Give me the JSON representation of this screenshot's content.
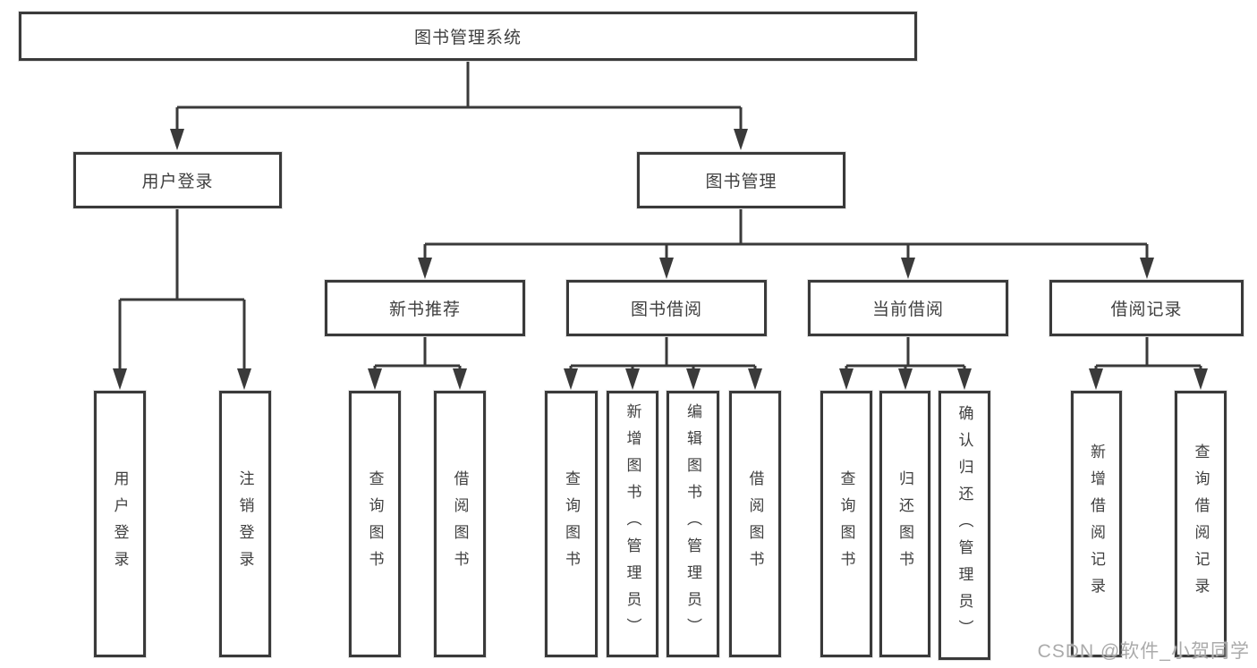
{
  "tree": {
    "root": {
      "label": "图书管理系统",
      "children": [
        {
          "label": "用户登录",
          "children": [
            {
              "label": "用户登录"
            },
            {
              "label": "注销登录"
            }
          ]
        },
        {
          "label": "图书管理",
          "children": [
            {
              "label": "新书推荐",
              "children": [
                {
                  "label": "查询图书"
                },
                {
                  "label": "借阅图书"
                }
              ]
            },
            {
              "label": "图书借阅",
              "children": [
                {
                  "label": "查询图书"
                },
                {
                  "label": "新增图书（管理员）"
                },
                {
                  "label": "编辑图书（管理员）"
                },
                {
                  "label": "借阅图书"
                }
              ]
            },
            {
              "label": "当前借阅",
              "children": [
                {
                  "label": "查询图书"
                },
                {
                  "label": "归还图书"
                },
                {
                  "label": "确认归还（管理员）"
                }
              ]
            },
            {
              "label": "借阅记录",
              "children": [
                {
                  "label": "新增借阅记录"
                },
                {
                  "label": "查询借阅记录"
                }
              ]
            }
          ]
        }
      ]
    }
  },
  "watermark": "CSDN @软件_小贺同学",
  "colors": {
    "line": "#3a3a3a",
    "text": "#3f3f3f",
    "watermark": "#ababab",
    "bg": "#ffffff"
  }
}
